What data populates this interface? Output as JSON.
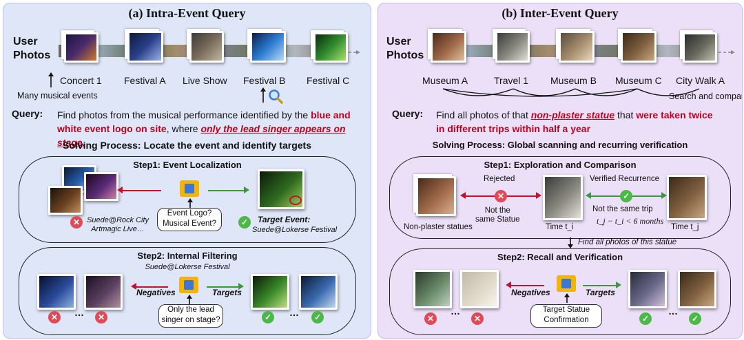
{
  "colors": {
    "panel_a_bg": "#dfe6f7",
    "panel_b_bg": "#ebe0f7",
    "highlight_red": "#c0001e",
    "arrow_green": "#3a9a3a",
    "arrow_red": "#c8102e",
    "reject": "#e04a57",
    "accept": "#4cb848"
  },
  "icons": {
    "cross": "✕",
    "check": "✓",
    "magnifier": "search-icon",
    "folder": "photo-folder-icon"
  },
  "panel_a": {
    "title": "(a) Intra-Event Query",
    "user_photos_1": "User",
    "user_photos_2": "Photos",
    "events": [
      "Concert 1",
      "Festival A",
      "Live Show",
      "Festival B",
      "Festival C"
    ],
    "many_events": "Many musical events",
    "query_label": "Query:",
    "query_text_1": "Find photos from the musical performance identified by the ",
    "query_red_1": "blue and",
    "query_red_2": "white event logo on site",
    "query_text_2": ", where ",
    "query_redul": "only the lead singer appears on stage.",
    "solving": "Solving Process: Locate the event and identify targets",
    "step1": {
      "title": "Step1: Event Localization",
      "bubble_1": "Event Logo?",
      "bubble_2": "Musical Event?",
      "rejected_1": "Suede@Rock City",
      "rejected_2": "Artmagic Live…",
      "target_label": "Target Event:",
      "target_name": "Suede@Lokerse Festival"
    },
    "step2": {
      "title": "Step2: Internal Filtering",
      "subtitle": "Suede@Lokerse Festival",
      "negatives": "Negatives",
      "targets": "Targets",
      "bubble_1": "Only the lead",
      "bubble_2": "singer on stage?",
      "dots": "…"
    }
  },
  "panel_b": {
    "title": "(b) Inter-Event Query",
    "user_photos_1": "User",
    "user_photos_2": "Photos",
    "events": [
      "Museum A",
      "Travel 1",
      "Museum B",
      "Museum C",
      "City Walk A"
    ],
    "search_compare": "Search and compare",
    "query_label": "Query:",
    "query_text_1": "Find all photos of that ",
    "query_redul": "non-plaster statue",
    "query_text_2": " that ",
    "query_red_1": "were taken twice",
    "query_red_2": "in different trips within half a year",
    "solving": "Solving Process: Global scanning and recurring verification",
    "step1": {
      "title": "Step1: Exploration and Comparison",
      "rejected": "Rejected",
      "not_same_1": "Not the",
      "not_same_2": "same Statue",
      "verified": "Verified Recurrence",
      "not_same_trip": "Not the same trip",
      "constraint": "t_j − t_i < 6 months",
      "non_plaster": "Non-plaster statues",
      "time_i": "Time t_i",
      "time_j": "Time t_j"
    },
    "find_all": "Find all photos of this statue",
    "step2": {
      "title": "Step2: Recall and Verification",
      "negatives": "Negatives",
      "targets": "Targets",
      "bubble_1": "Target Statue",
      "bubble_2": "Confirmation",
      "dots": "…"
    }
  }
}
